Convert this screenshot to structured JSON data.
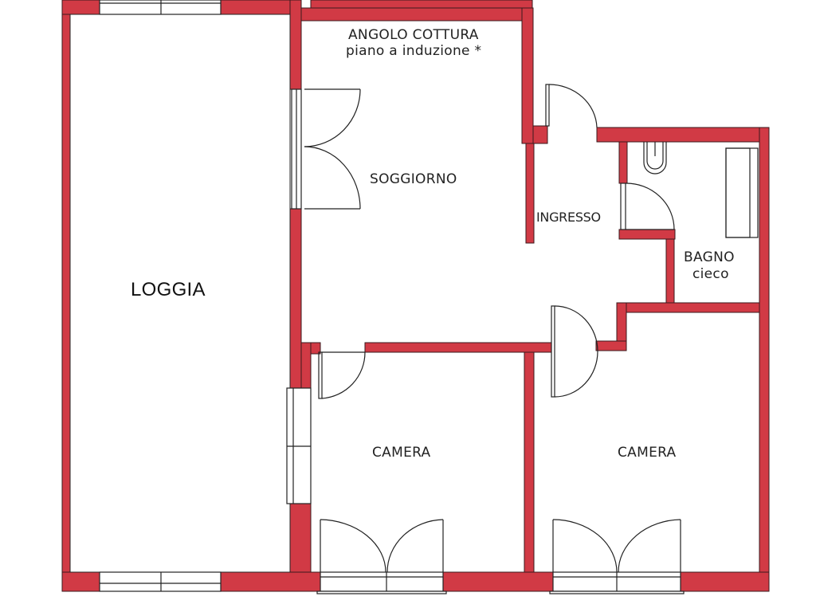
{
  "plan": {
    "wall_color": "#d13a45",
    "line_color": "#222222",
    "background": "#ffffff"
  },
  "rooms": {
    "loggia": {
      "label": "LOGGIA"
    },
    "angolo_cottura": {
      "label": "ANGOLO COTTURA",
      "sublabel": "piano a induzione *"
    },
    "soggiorno": {
      "label": "SOGGIORNO"
    },
    "ingresso": {
      "label": "INGRESSO"
    },
    "bagno": {
      "label": "BAGNO",
      "sublabel": "cieco"
    },
    "camera_1": {
      "label": "CAMERA"
    },
    "camera_2": {
      "label": "CAMERA"
    }
  }
}
